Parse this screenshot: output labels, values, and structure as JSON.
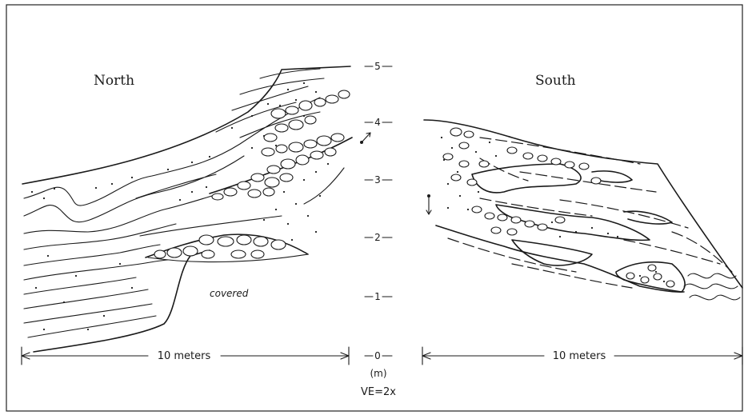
{
  "labels": {
    "north": "North",
    "south": "South",
    "covered": "covered",
    "north_scale": "10 meters",
    "south_scale": "10 meters",
    "unit": "(m)",
    "ve": "VE=2x"
  },
  "scale_ticks": [
    "5",
    "4",
    "3",
    "2",
    "1",
    "0"
  ]
}
